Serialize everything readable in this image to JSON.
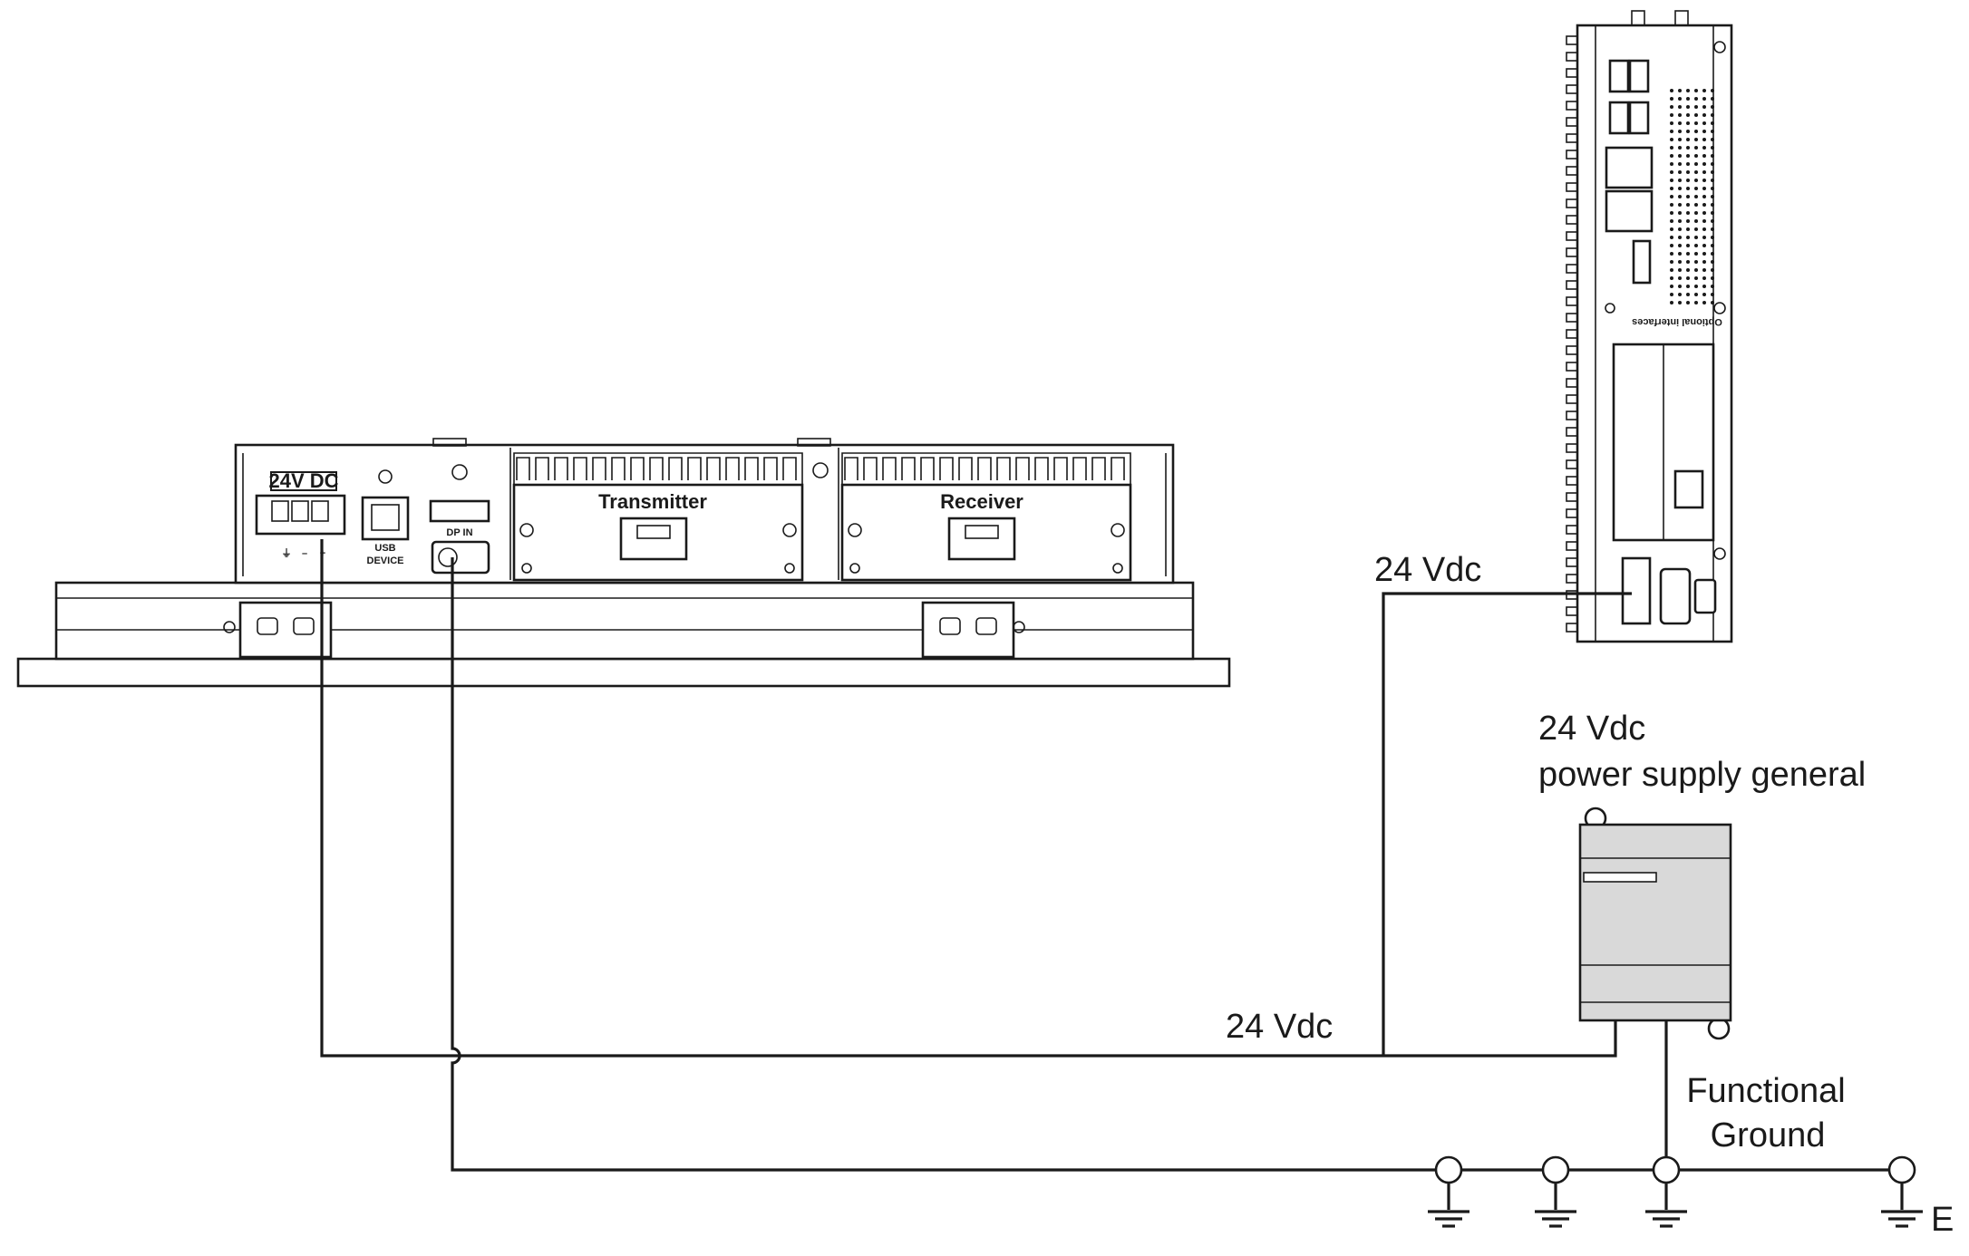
{
  "diagram": {
    "labels": {
      "vdc_top": "24 Vdc",
      "vdc_bottom": "24 Vdc",
      "psu_line1": "24 Vdc",
      "psu_line2": "power supply general",
      "fg_line1": "Functional",
      "fg_line2": "Ground",
      "earth": "E"
    },
    "panel_device": {
      "power_label": "24V DC",
      "power_pins": [
        "⏚",
        "–",
        "+"
      ],
      "usb_label_1": "USB",
      "usb_label_2": "DEVICE",
      "dp_label": "DP IN",
      "module_1": "Transmitter",
      "module_2": "Receiver"
    },
    "box_pc": {
      "label": "Optional interfaces"
    }
  }
}
